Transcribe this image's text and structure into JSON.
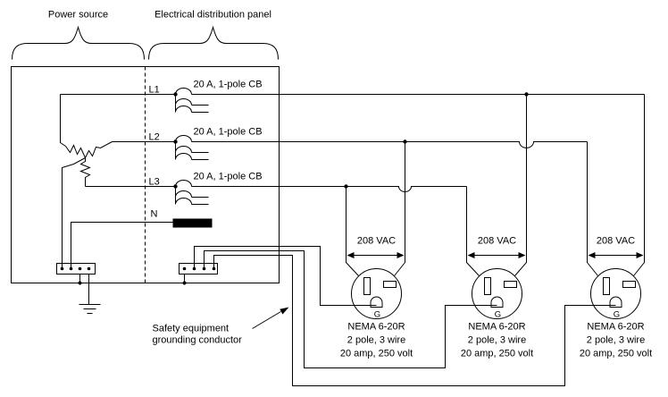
{
  "diagram": {
    "background": "#ffffff",
    "line_color": "#000000",
    "sections": {
      "power_source": "Power source",
      "distribution_panel": "Electrical distribution panel"
    },
    "bus": {
      "l1": "L1",
      "l2": "L2",
      "l3": "L3",
      "neutral": "N"
    },
    "breakers": [
      {
        "label": "20 A, 1-pole CB"
      },
      {
        "label": "20 A, 1-pole CB"
      },
      {
        "label": "20 A, 1-pole CB"
      }
    ],
    "safety_note": {
      "line1": "Safety equipment",
      "line2": "grounding conductor"
    },
    "receptacles": [
      {
        "voltage": "208 VAC",
        "ground_pin": "G",
        "model": "NEMA 6-20R",
        "config": "2 pole, 3 wire",
        "rating": "20 amp, 250 volt"
      },
      {
        "voltage": "208 VAC",
        "ground_pin": "G",
        "model": "NEMA 6-20R",
        "config": "2 pole, 3 wire",
        "rating": "20 amp, 250 volt"
      },
      {
        "voltage": "208 VAC",
        "ground_pin": "G",
        "model": "NEMA 6-20R",
        "config": "2 pole, 3 wire",
        "rating": "20 amp, 250 volt"
      }
    ]
  }
}
